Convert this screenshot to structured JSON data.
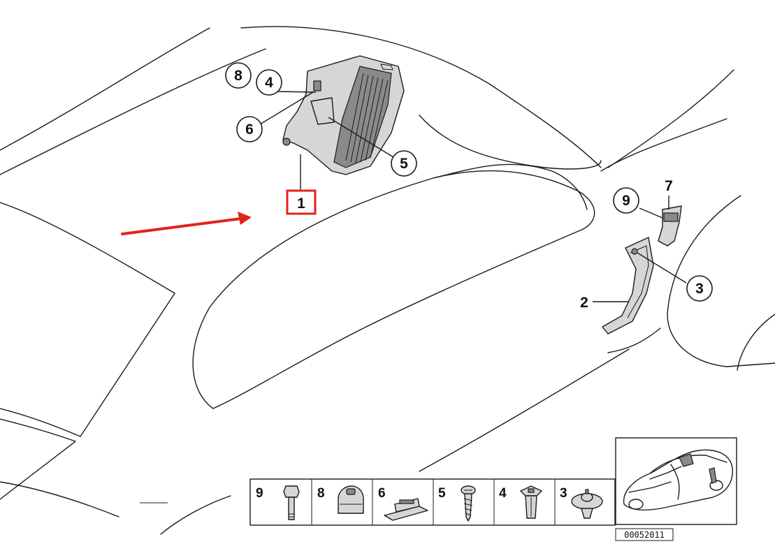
{
  "callouts": {
    "c1": "1",
    "c2": "2",
    "c3": "3",
    "c4": "4",
    "c5": "5",
    "c6": "6",
    "c7": "7",
    "c8": "8",
    "c9": "9"
  },
  "legend": [
    {
      "number": "9",
      "icon": "bolt-icon"
    },
    {
      "number": "8",
      "icon": "clip-nut-icon"
    },
    {
      "number": "6",
      "icon": "slide-clip-icon"
    },
    {
      "number": "5",
      "icon": "screw-icon"
    },
    {
      "number": "4",
      "icon": "expanding-nut-icon"
    },
    {
      "number": "3",
      "icon": "push-rivet-icon"
    }
  ],
  "part_number": "00052011",
  "colors": {
    "highlight": "#e2231a",
    "line": "#1a1a1a",
    "part_fill": "#d6d6d6"
  }
}
